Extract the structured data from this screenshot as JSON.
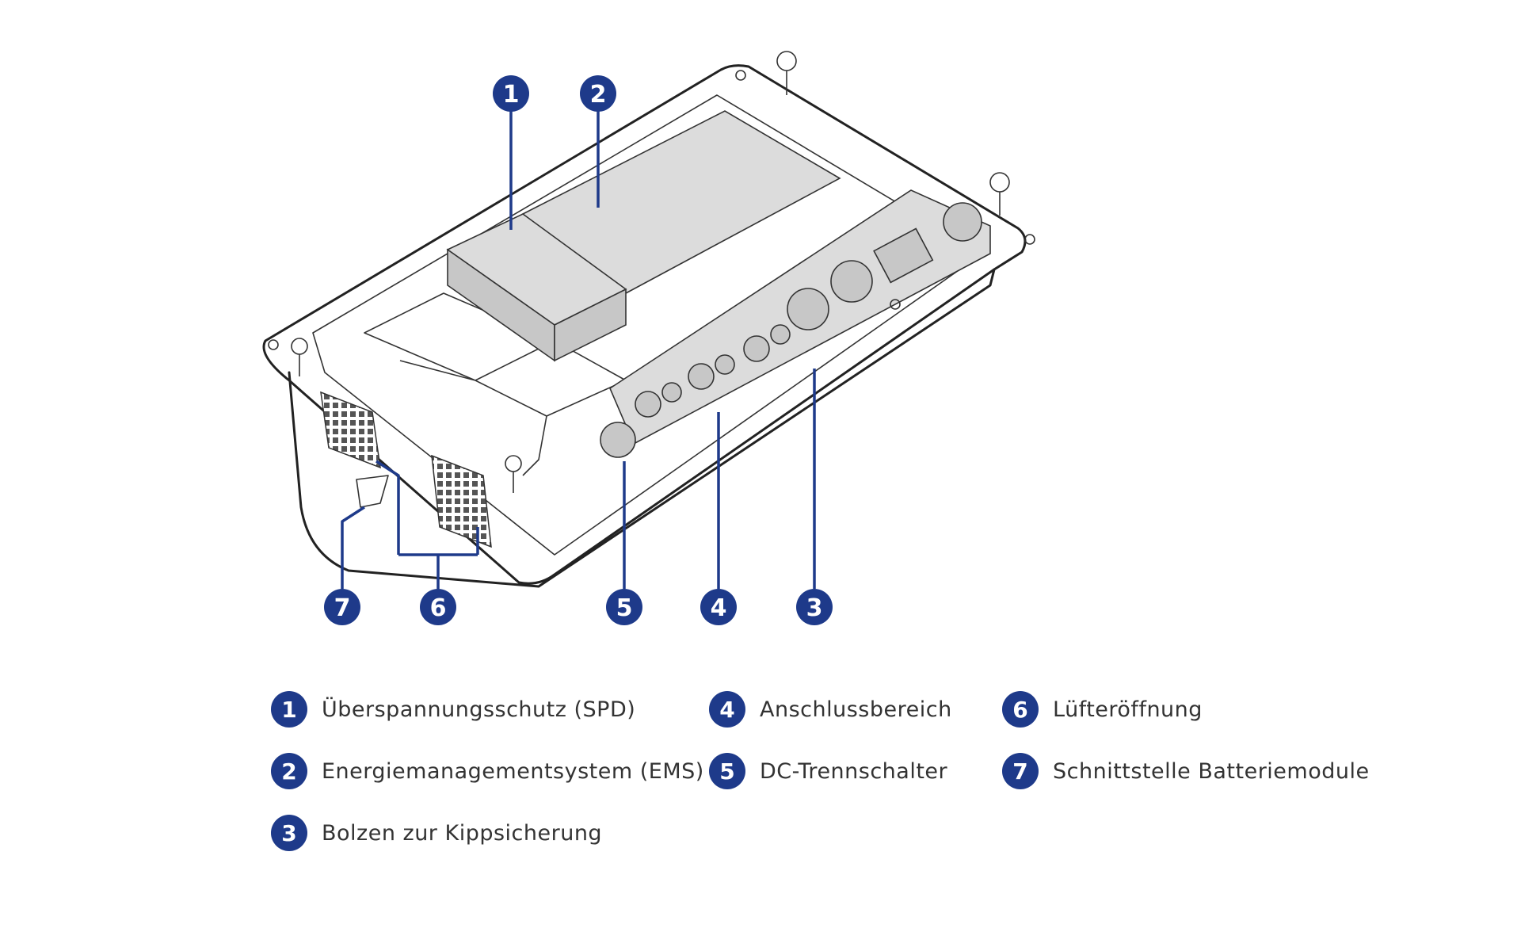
{
  "callouts": [
    {
      "number": "1",
      "label": "Überspannungsschutz (SPD)"
    },
    {
      "number": "2",
      "label": "Energiemanagementsystem (EMS)"
    },
    {
      "number": "3",
      "label": "Bolzen zur Kippsicherung"
    },
    {
      "number": "4",
      "label": "Anschlussbereich"
    },
    {
      "number": "5",
      "label": "DC-Trennschalter"
    },
    {
      "number": "6",
      "label": "Lüfteröffnung"
    },
    {
      "number": "7",
      "label": "Schnittstelle Batteriemodule"
    }
  ],
  "colors": {
    "marker": "#1e3a8a",
    "outline": "#222222",
    "panel_fill": "#dcdcdc",
    "text": "#333333"
  }
}
